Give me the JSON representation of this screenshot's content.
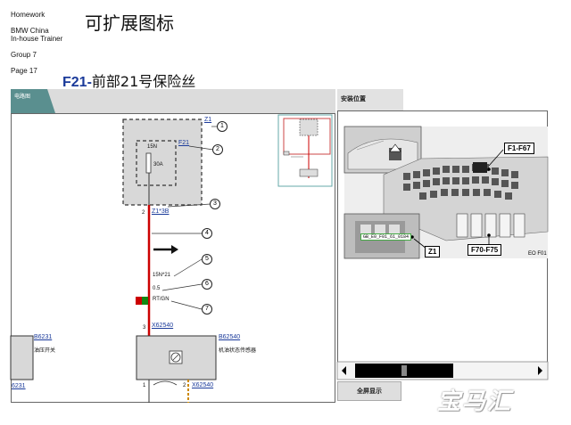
{
  "header": {
    "line1": "Homework",
    "line2": "BMW China",
    "line3": "In-house Trainer",
    "group": "Group 7",
    "page": "Page 17",
    "title": "可扩展图标",
    "subtitle_code": "F21-",
    "subtitle_text": "前部21号保险丝"
  },
  "left_panel": {
    "tab_label": "电路图",
    "labels": {
      "z1_top": "Z1",
      "f21": "F21",
      "amps_15n": "15N",
      "amps_30a": "30A",
      "pin2": "2",
      "z1_3b": "Z1*3B",
      "wire_15n21": "15N*21",
      "wire_gauge": "0.5",
      "wire_color": "RT/GN",
      "pin3": "3",
      "x62540_top": "X62540",
      "b6231": "B6231",
      "b6231_desc": "油压开关",
      "b62540": "B62540",
      "b62540_desc": "机油状态传感器",
      "left_edge_num": "6231",
      "pin1": "1",
      "pin2_bottom": "2",
      "x62540_bottom": "X62540"
    },
    "callouts": [
      "1",
      "2",
      "3",
      "4",
      "5",
      "6",
      "7"
    ]
  },
  "right_panel": {
    "tab_label": "安装位置",
    "labels": {
      "f1_f67": "F1-F67",
      "f70_f75": "F70-F75",
      "z1": "Z1",
      "photo_code": "GB_E0_F01_61_0184",
      "eo_code": "EO F01"
    },
    "fullscreen_label": "全屏显示"
  },
  "watermark": "宝马汇",
  "colors": {
    "wire_red": "#cc0000",
    "tab_teal": "#5a8f8f",
    "link_blue": "#1a3a9a"
  }
}
